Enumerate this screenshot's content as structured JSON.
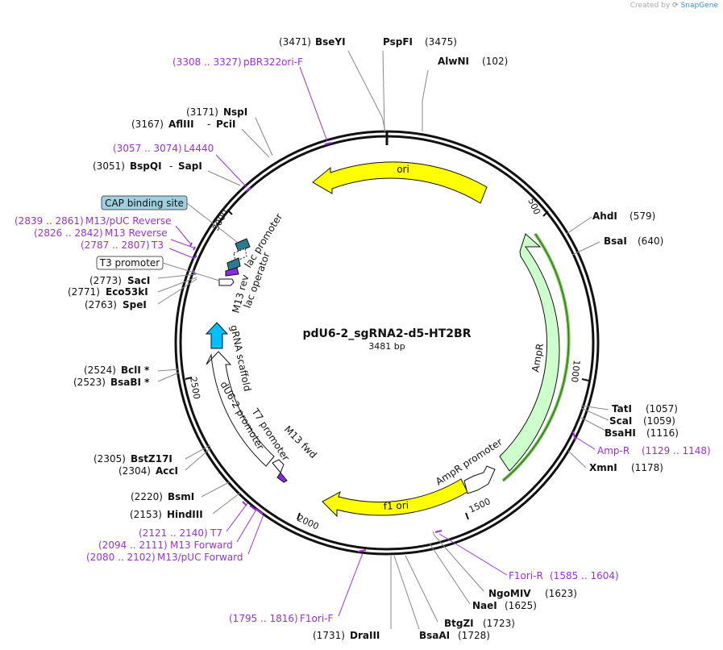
{
  "credit": {
    "prefix": "Created by",
    "brand": "SnapGene"
  },
  "plasmid": {
    "name": "pdU6-2_sgRNA2-d5-HT2BR",
    "length": "3481 bp"
  },
  "ticks": [
    "500",
    "1000",
    "1500",
    "2000",
    "2500",
    "3000"
  ],
  "enzymes": [
    {
      "pos": "(3471)",
      "name": "BseYI"
    },
    {
      "name": "PspFI",
      "pos": "(3475)"
    },
    {
      "name": "AlwNI",
      "pos": "(102)"
    },
    {
      "pos": "(3171)",
      "name": "NspI"
    },
    {
      "pos": "(3167)",
      "name": "AflIII",
      "name2": "PciI"
    },
    {
      "pos": "(3051)",
      "name": "BspQI",
      "name2": "SapI"
    },
    {
      "name": "AhdI",
      "pos": "(579)"
    },
    {
      "name": "BsaI",
      "pos": "(640)"
    },
    {
      "pos": "(2773)",
      "name": "SacI"
    },
    {
      "pos": "(2771)",
      "name": "Eco53kI"
    },
    {
      "pos": "(2763)",
      "name": "SpeI"
    },
    {
      "pos": "(2524)",
      "name": "BclI *"
    },
    {
      "pos": "(2523)",
      "name": "BsaBI *"
    },
    {
      "name": "TatI",
      "pos": "(1057)"
    },
    {
      "name": "ScaI",
      "pos": "(1059)"
    },
    {
      "name": "BsaHI",
      "pos": "(1116)"
    },
    {
      "name": "XmnI",
      "pos": "(1178)"
    },
    {
      "pos": "(2305)",
      "name": "BstZ17I"
    },
    {
      "pos": "(2304)",
      "name": "AccI"
    },
    {
      "pos": "(2220)",
      "name": "BsmI"
    },
    {
      "pos": "(2153)",
      "name": "HindIII"
    },
    {
      "name": "NgoMIV",
      "pos": "(1623)"
    },
    {
      "name": "NaeI",
      "pos": "(1625)"
    },
    {
      "name": "BtgZI",
      "pos": "(1723)"
    },
    {
      "pos": "(1731)",
      "name": "DraIII"
    },
    {
      "name": "BsaAI",
      "pos": "(1728)"
    }
  ],
  "primers": [
    {
      "range": "(3308 .. 3327)",
      "name": "pBR322ori-F"
    },
    {
      "range": "(3057 .. 3074)",
      "name": "L4440"
    },
    {
      "range": "(2839 .. 2861)",
      "name": "M13/pUC Reverse"
    },
    {
      "range": "(2826 .. 2842)",
      "name": "M13 Reverse"
    },
    {
      "range": "(2787 .. 2807)",
      "name": "T3"
    },
    {
      "name": "Amp-R",
      "range": "(1129 .. 1148)"
    },
    {
      "name": "F1ori-R",
      "range": "(1585 .. 1604)"
    },
    {
      "range": "(1795 .. 1816)",
      "name": "F1ori-F"
    },
    {
      "range": "(2121 .. 2140)",
      "name": "T7"
    },
    {
      "range": "(2094 .. 2111)",
      "name": "M13 Forward"
    },
    {
      "range": "(2080 .. 2102)",
      "name": "M13/pUC Forward"
    }
  ],
  "boxed_labels": {
    "cap": "CAP binding site",
    "t3p": "T3 promoter"
  },
  "features": {
    "ori": "ori",
    "ampr": "AmpR",
    "ampr_promoter": "AmpR promoter",
    "f1ori": "f1 ori",
    "lac_promoter": "lac promoter",
    "lac_operator": "lac operator",
    "m13rev": "M13 rev",
    "grna": "gRNA scaffold",
    "du6": "dU6-2 promoter",
    "t7": "T7 promoter",
    "m13fwd": "M13 fwd"
  },
  "colors": {
    "ori": "#ffff00",
    "f1ori": "#ffff00",
    "ampr": "#ccffcc",
    "grna": "#00c0ff",
    "lac": "#2b7a90",
    "m13": "#8a2be2",
    "primer": "#9b30d9",
    "cap_box": "#a0d0e0"
  }
}
